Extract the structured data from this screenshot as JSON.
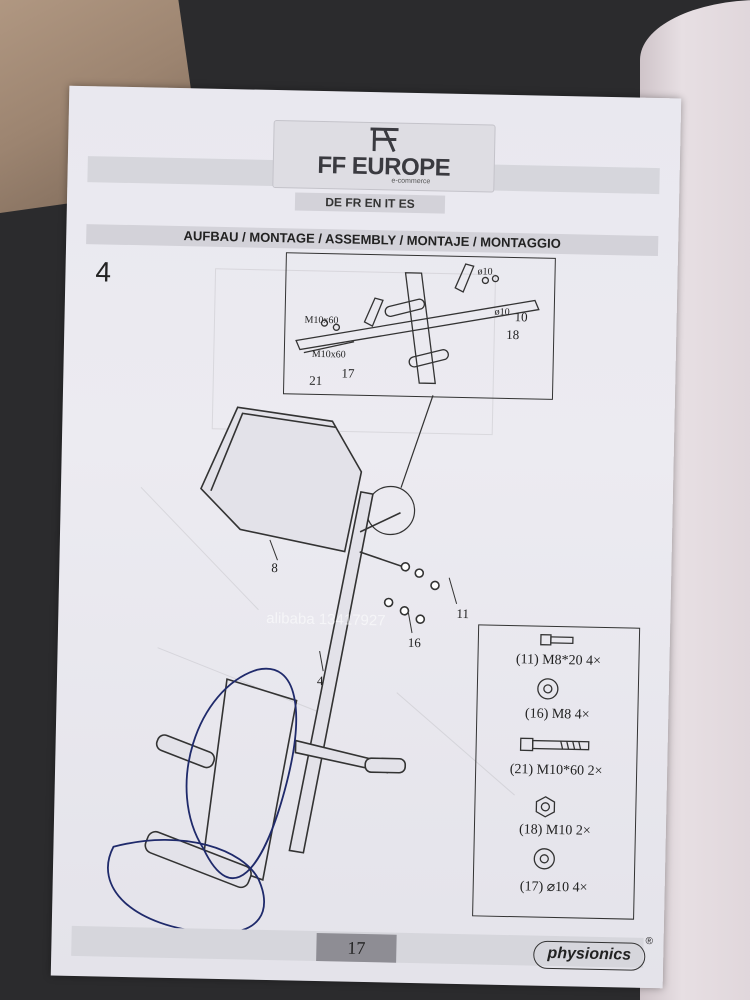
{
  "brand": {
    "name": "FF EUROPE",
    "tagline": "e-commerce",
    "languages": "DE FR EN IT ES"
  },
  "section_title": "AUFBAU / MONTAGE / ASSEMBLY / MONTAJE / MONTAGGIO",
  "step_number": "4",
  "detail_callouts": {
    "part_10": "10",
    "part_18": "18",
    "part_17": "17",
    "part_21": "21",
    "m10x60_a": "M10x60",
    "m10x60_b": "M10x60",
    "d10_a": "ø10",
    "d10_b": "ø10"
  },
  "main_callouts": {
    "part_8": "8",
    "part_4": "4",
    "part_11": "11",
    "part_16": "16"
  },
  "parts_list": [
    {
      "label": "(11) M8*20  4×",
      "icon": "bolt-short-icon"
    },
    {
      "label": "(16) M8  4×",
      "icon": "washer-icon"
    },
    {
      "label": "(21) M10*60  2×",
      "icon": "bolt-long-icon"
    },
    {
      "label": "(18) M10  2×",
      "icon": "nut-icon"
    },
    {
      "label": "(17) ⌀10  4×",
      "icon": "washer-icon"
    }
  ],
  "page_number": "17",
  "footer_brand": "physionics",
  "footer_registered": "®",
  "watermark": "alibaba 13417927",
  "colors": {
    "paper": "#e9e8ef",
    "band": "#d6d6dc",
    "ink": "#222222",
    "pen": "#1f2a6b"
  }
}
